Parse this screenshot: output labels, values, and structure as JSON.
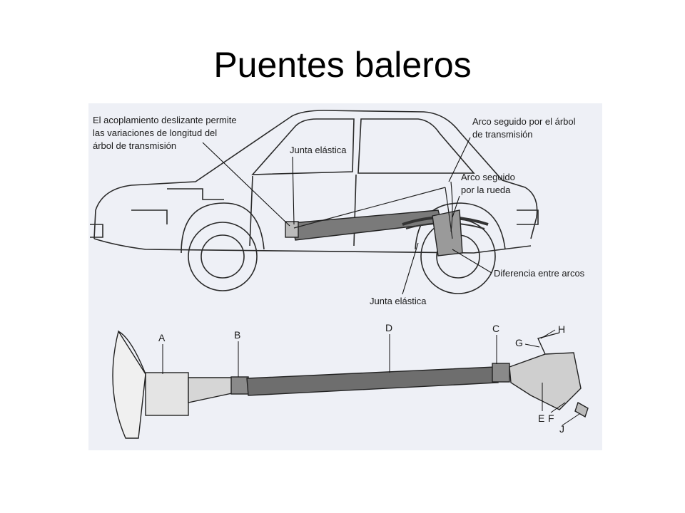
{
  "slide": {
    "title": "Puentes baleros"
  },
  "diagram": {
    "top": {
      "callout_slip_coupling": [
        "El acoplamiento deslizante permite",
        "las variaciones de longitud del",
        "árbol de transmisión"
      ],
      "callout_joint_upper": "Junta elástica",
      "callout_shaft_arc": [
        "Arco seguido por el árbol",
        "de transmisión"
      ],
      "callout_wheel_arc": [
        "Arco seguido",
        "por la rueda"
      ],
      "callout_arc_difference": "Diferencia entre arcos",
      "callout_joint_lower": "Junta elástica"
    },
    "bottom": {
      "letters": [
        "A",
        "B",
        "C",
        "D",
        "E",
        "F",
        "G",
        "H",
        "J"
      ]
    }
  }
}
